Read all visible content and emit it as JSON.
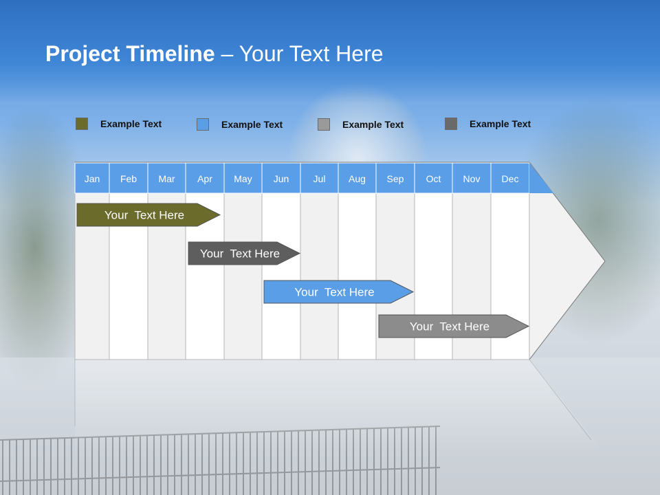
{
  "title": {
    "bold": "Project Timeline",
    "rest": " – Your Text Here"
  },
  "legend": [
    {
      "label": "Example Text",
      "color": "#6b6b2c"
    },
    {
      "label": "Example Text",
      "color": "#5b9ee8"
    },
    {
      "label": "Example Text",
      "color": "#9a9a9a"
    },
    {
      "label": "Example Text",
      "color": "#6a6a6a"
    }
  ],
  "months": [
    "Jan",
    "Feb",
    "Mar",
    "Apr",
    "May",
    "Jun",
    "Jul",
    "Aug",
    "Sep",
    "Oct",
    "Nov",
    "Dec"
  ],
  "tasks": [
    {
      "label": "Your  Text Here",
      "color": "#6b6b2c",
      "start_month": "Jan",
      "end_month": "Apr"
    },
    {
      "label": "Your  Text Here",
      "color": "#5e5e5e",
      "start_month": "Apr",
      "end_month": "Jun"
    },
    {
      "label": "Your  Text Here",
      "color": "#5b9ee8",
      "start_month": "Jun",
      "end_month": "Sep"
    },
    {
      "label": "Your  Text Here",
      "color": "#8c8c8c",
      "start_month": "Sep",
      "end_month": "Dec"
    }
  ],
  "colors": {
    "header_blue": "#5b9ee8",
    "column_light": "#f1f1f1",
    "column_white": "#ffffff"
  }
}
